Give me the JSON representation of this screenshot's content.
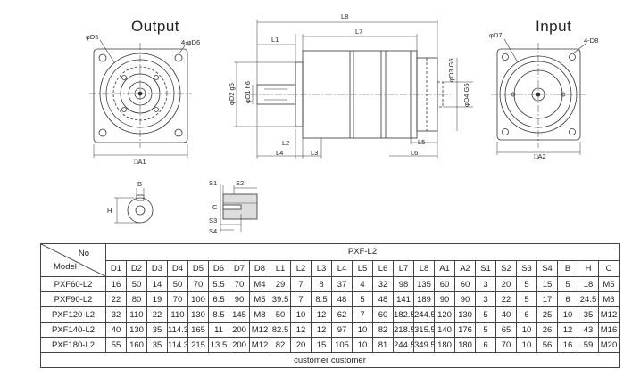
{
  "views": {
    "output_title": "Output",
    "input_title": "Input"
  },
  "dims": {
    "output": {
      "d5": "φD5",
      "d6": "4-φD6",
      "a1": "□A1"
    },
    "side": {
      "l8": "L8",
      "l1": "L1",
      "l7": "L7",
      "d2": "φD2 g6",
      "d1": "φD1 h6",
      "d3": "φD3 G6",
      "d4": "φD4 G6",
      "l2": "L2",
      "l5": "L5",
      "l4": "L4",
      "l3": "L3",
      "l6": "L6"
    },
    "input": {
      "d7": "φD7",
      "d8": "4-D8",
      "a2": "□A2"
    },
    "key": {
      "b": "B",
      "h": "H"
    },
    "shaft": {
      "s1": "S1",
      "s2": "S2",
      "c": "C",
      "s3": "S3",
      "s4": "S4"
    }
  },
  "table": {
    "corner_no": "No",
    "corner_model": "Model",
    "series_label": "PXF-L2",
    "columns": [
      "D1",
      "D2",
      "D3",
      "D4",
      "D5",
      "D6",
      "D7",
      "D8",
      "L1",
      "L2",
      "L3",
      "L4",
      "L5",
      "L6",
      "L7",
      "L8",
      "A1",
      "A2",
      "S1",
      "S2",
      "S3",
      "S4",
      "B",
      "H",
      "C"
    ],
    "rows": [
      {
        "model": "PXF60-L2",
        "values": [
          "16",
          "50",
          "14",
          "50",
          "70",
          "5.5",
          "70",
          "M4",
          "29",
          "7",
          "8",
          "37",
          "4",
          "32",
          "98",
          "135",
          "60",
          "60",
          "3",
          "20",
          "5",
          "15",
          "5",
          "18",
          "M5"
        ]
      },
      {
        "model": "PXF90-L2",
        "values": [
          "22",
          "80",
          "19",
          "70",
          "100",
          "6.5",
          "90",
          "M5",
          "39.5",
          "7",
          "8.5",
          "48",
          "5",
          "48",
          "141",
          "189",
          "90",
          "90",
          "3",
          "22",
          "5",
          "17",
          "6",
          "24.5",
          "M6"
        ]
      },
      {
        "model": "PXF120-L2",
        "values": [
          "32",
          "110",
          "22",
          "110",
          "130",
          "8.5",
          "145",
          "M8",
          "50",
          "10",
          "12",
          "62",
          "7",
          "60",
          "182.5",
          "244.5",
          "120",
          "130",
          "5",
          "40",
          "6",
          "25",
          "10",
          "35",
          "M12"
        ]
      },
      {
        "model": "PXF140-L2",
        "values": [
          "40",
          "130",
          "35",
          "114.3",
          "165",
          "11",
          "200",
          "M12",
          "82.5",
          "12",
          "12",
          "97",
          "10",
          "82",
          "218.5",
          "315.5",
          "140",
          "176",
          "5",
          "65",
          "10",
          "26",
          "12",
          "43",
          "M16"
        ]
      },
      {
        "model": "PXF180-L2",
        "values": [
          "55",
          "160",
          "35",
          "114.3",
          "215",
          "13.5",
          "200",
          "M12",
          "82",
          "20",
          "15",
          "105",
          "10",
          "81",
          "244.5",
          "349.5",
          "180",
          "180",
          "6",
          "70",
          "10",
          "56",
          "16",
          "59",
          "M20"
        ]
      }
    ],
    "footer": "customer customer"
  }
}
